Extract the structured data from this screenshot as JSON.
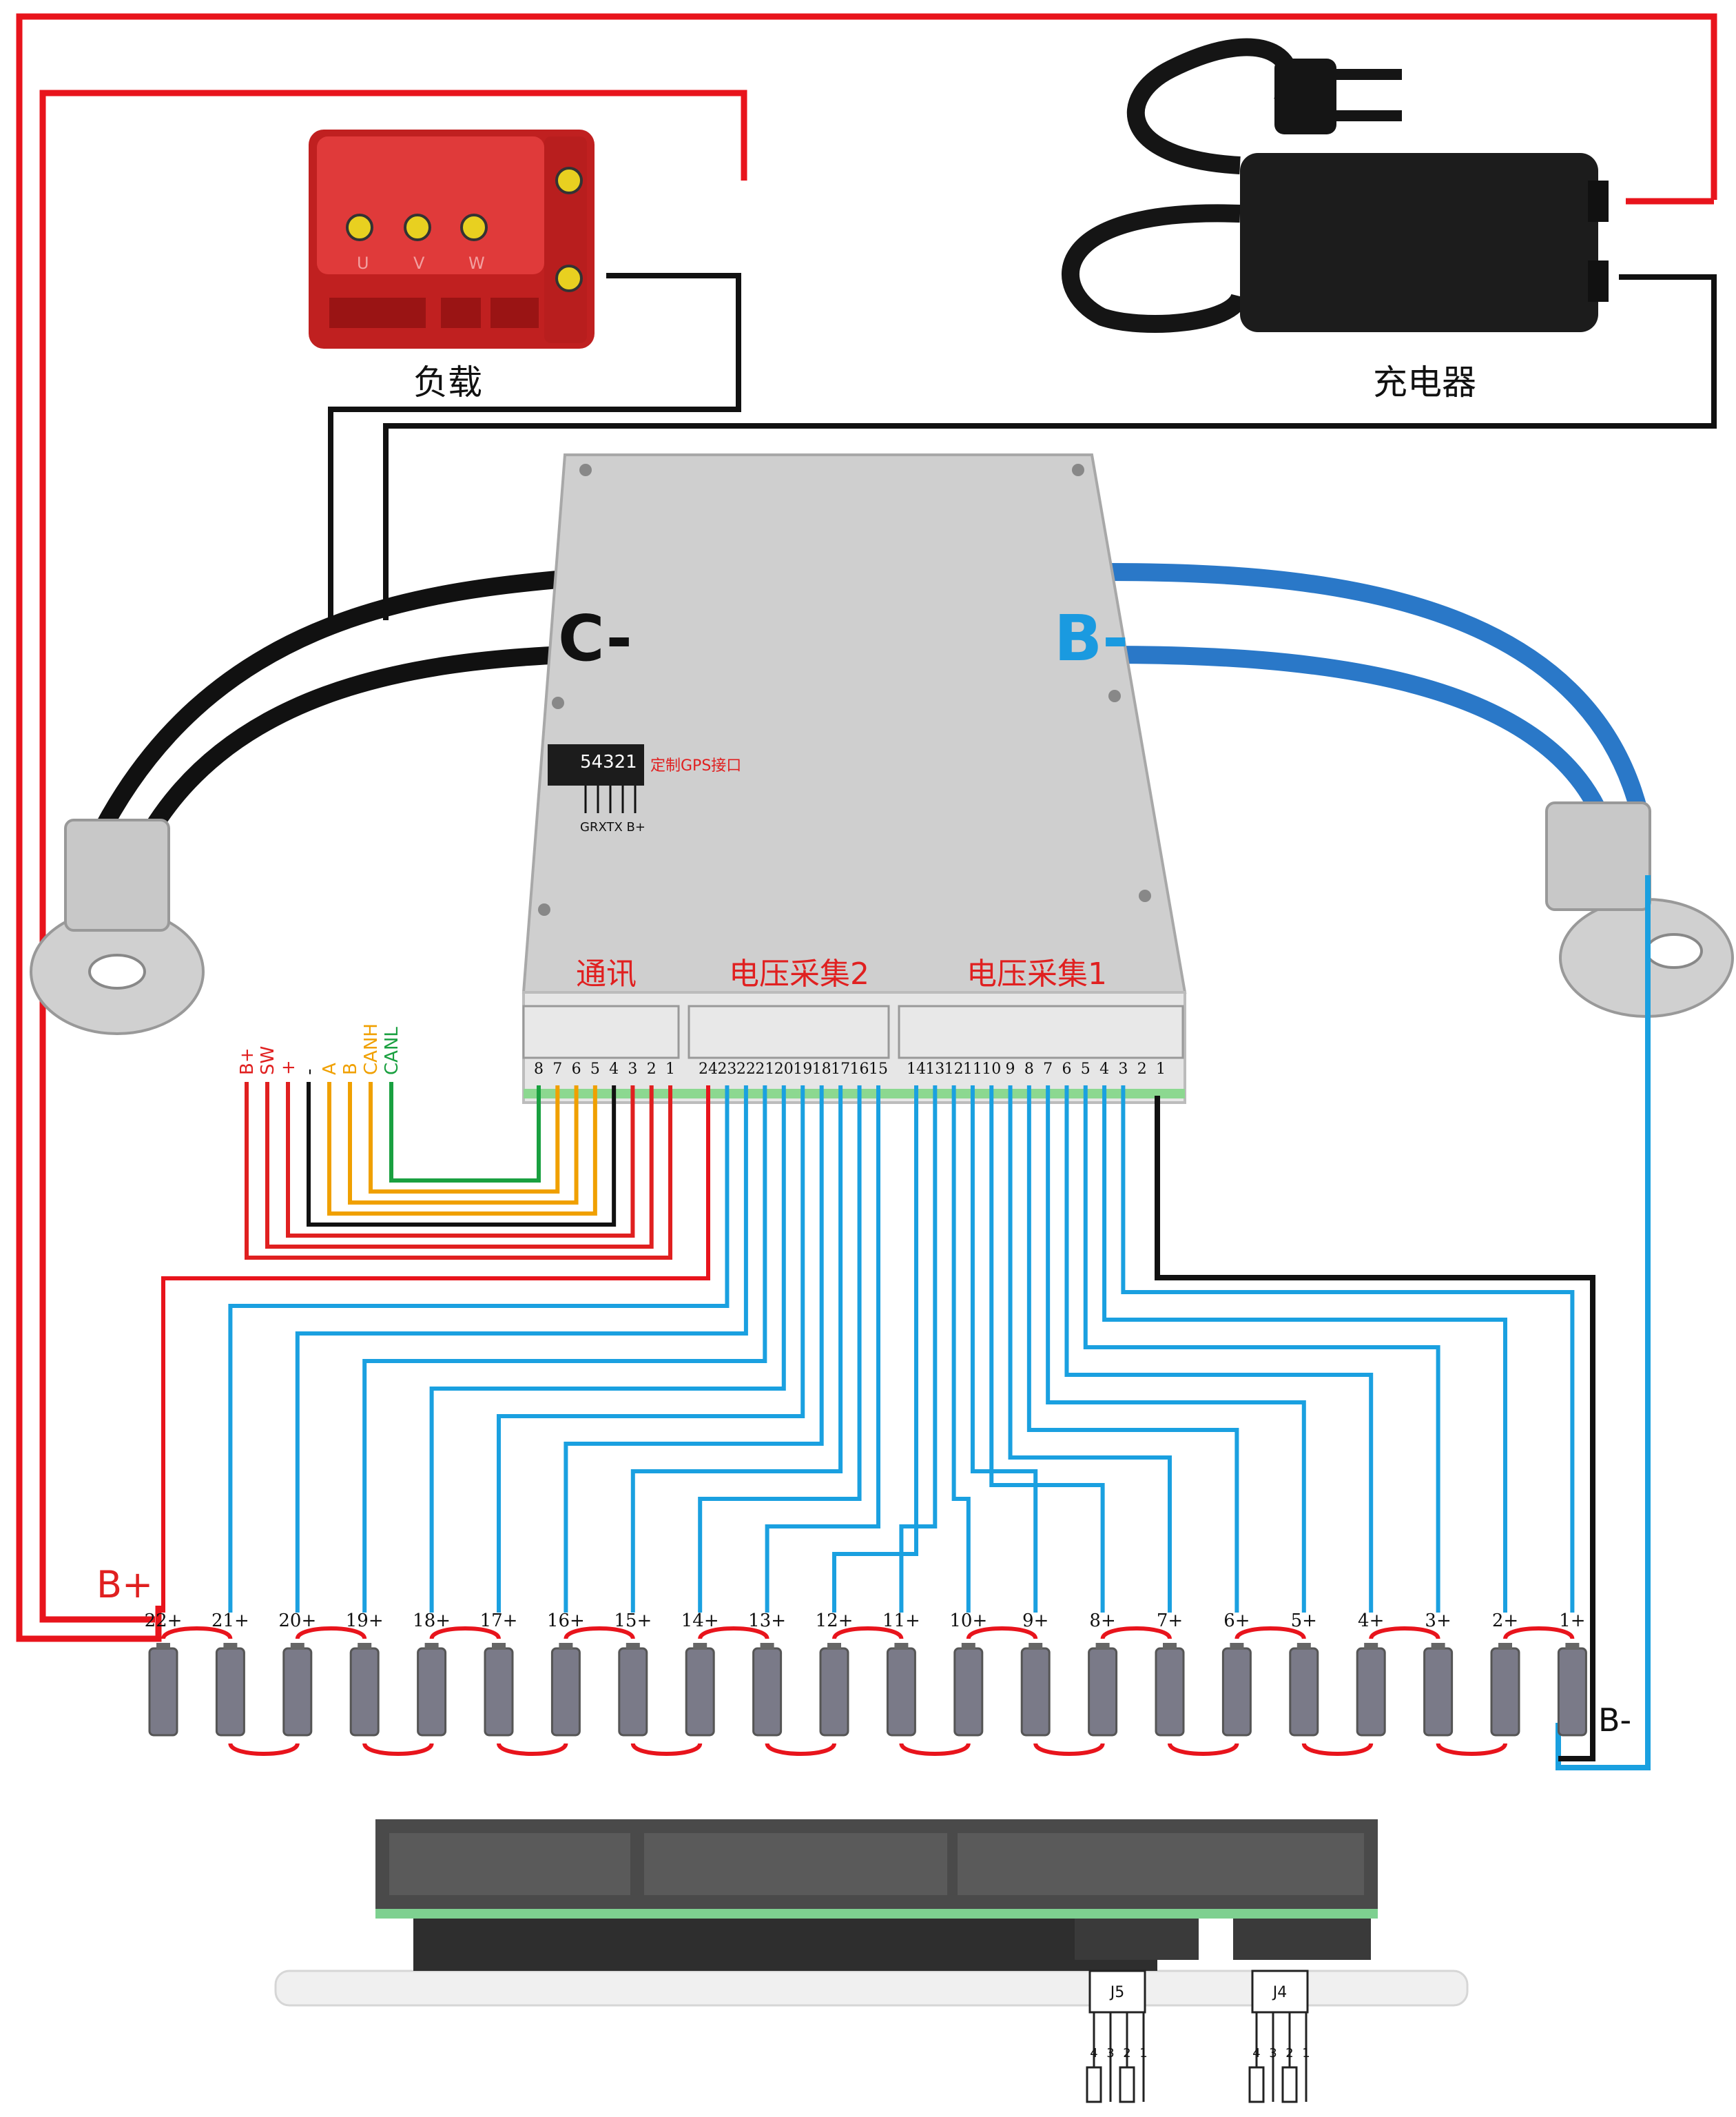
{
  "labels": {
    "load": "负载",
    "charger": "充电器",
    "c_minus": "C-",
    "b_minus_big": "B-",
    "gps_port": "定制GPS接口",
    "gps_pins": "54321",
    "gps_pin_names": "GRXTX B+",
    "comm": "通讯",
    "volt2": "电压采集2",
    "volt1": "电压采集1",
    "b_plus": "B+",
    "b_minus_small": "B-",
    "motor_u": "U",
    "motor_v": "V",
    "motor_w": "W",
    "j5": "J5",
    "j4": "J4"
  },
  "comm_wires": [
    {
      "label": "B+",
      "color": "#e02020"
    },
    {
      "label": "SW",
      "color": "#e02020"
    },
    {
      "label": "+",
      "color": "#e02020"
    },
    {
      "label": "-",
      "color": "#111111"
    },
    {
      "label": "A",
      "color": "#f0a000"
    },
    {
      "label": "B",
      "color": "#f0a000"
    },
    {
      "label": "CANH",
      "color": "#f0a000"
    },
    {
      "label": "CANL",
      "color": "#1aa040"
    }
  ],
  "connectors": {
    "comm_pins": [
      "8",
      "7",
      "6",
      "5",
      "4",
      "3",
      "2",
      "1"
    ],
    "v2_pins": [
      "24",
      "23",
      "22",
      "21",
      "20",
      "19",
      "18",
      "17",
      "16",
      "15"
    ],
    "v1_pins": [
      "14",
      "13",
      "12",
      "11",
      "10",
      "9",
      "8",
      "7",
      "6",
      "5",
      "4",
      "3",
      "2",
      "1"
    ]
  },
  "cells": [
    "22+",
    "21+",
    "20+",
    "19+",
    "18+",
    "17+",
    "16+",
    "15+",
    "14+",
    "13+",
    "12+",
    "11+",
    "10+",
    "9+",
    "8+",
    "7+",
    "6+",
    "5+",
    "4+",
    "3+",
    "2+",
    "1+"
  ],
  "j5_pins": [
    "4",
    "3",
    "2",
    "1"
  ],
  "j4_pins": [
    "4",
    "3",
    "2",
    "1"
  ],
  "colors": {
    "red": "#e8141c",
    "blue": "#1aa0e0",
    "black": "#111111",
    "board": "#d2d2d2",
    "load_red": "#d42a2a"
  }
}
